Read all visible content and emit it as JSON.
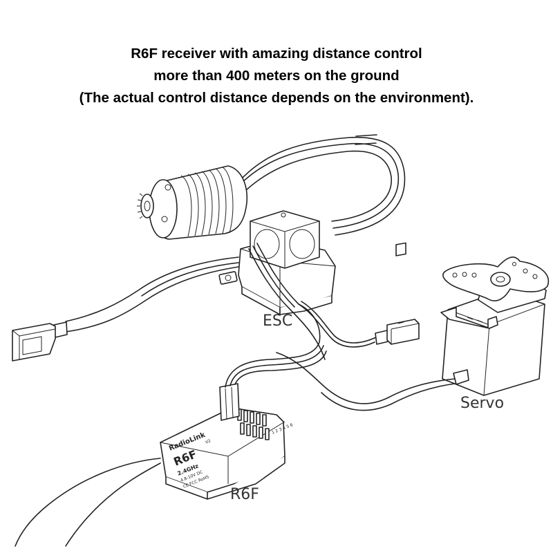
{
  "headline": {
    "line1": "R6F receiver with amazing distance control",
    "line2": "more than 400 meters on the ground",
    "line3": "(The actual control distance depends on the environment)."
  },
  "labels": {
    "esc": "ESC",
    "servo": "Servo",
    "receiver": "R6F"
  },
  "receiver_markings": {
    "brand": "RadioLink",
    "model": "R6F",
    "version": "V2",
    "frequency": "2.4GHz",
    "voltage": "4.8-10V DC",
    "certs": "CE FCC RoHS"
  }
}
